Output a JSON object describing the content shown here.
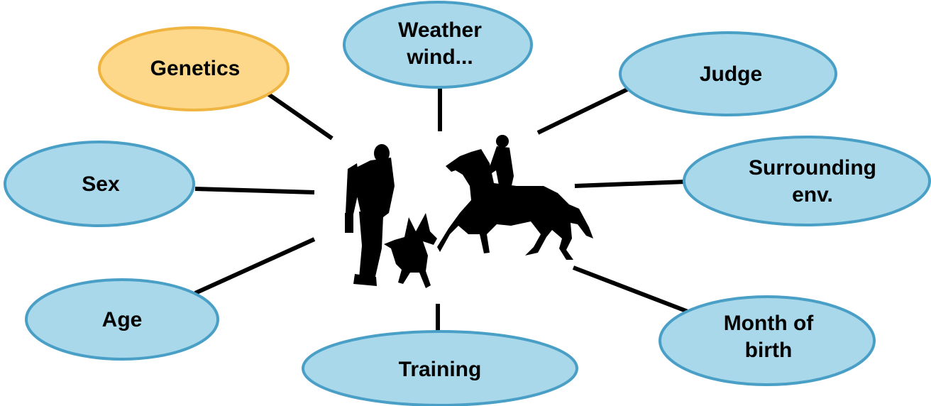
{
  "colors": {
    "bubble_fill": "#a8d8ea",
    "bubble_stroke": "#4a9fc7",
    "highlight_fill": "#fdd88a",
    "highlight_stroke": "#f0b440",
    "connector": "#000000",
    "silhouette": "#000000"
  },
  "center": {
    "icon": "handler-dog-horse-rider-silhouette-icon"
  },
  "nodes": [
    {
      "id": "genetics",
      "lines": [
        "Genetics"
      ],
      "highlight": true
    },
    {
      "id": "weather",
      "lines": [
        "Weather",
        "wind..."
      ],
      "highlight": false
    },
    {
      "id": "judge",
      "lines": [
        "Judge"
      ],
      "highlight": false
    },
    {
      "id": "surrounding",
      "lines": [
        "Surrounding",
        "env."
      ],
      "highlight": false
    },
    {
      "id": "month",
      "lines": [
        "Month of",
        "birth"
      ],
      "highlight": false
    },
    {
      "id": "training",
      "lines": [
        "Training"
      ],
      "highlight": false
    },
    {
      "id": "age",
      "lines": [
        "Age"
      ],
      "highlight": false
    },
    {
      "id": "sex",
      "lines": [
        "Sex"
      ],
      "highlight": false
    }
  ]
}
